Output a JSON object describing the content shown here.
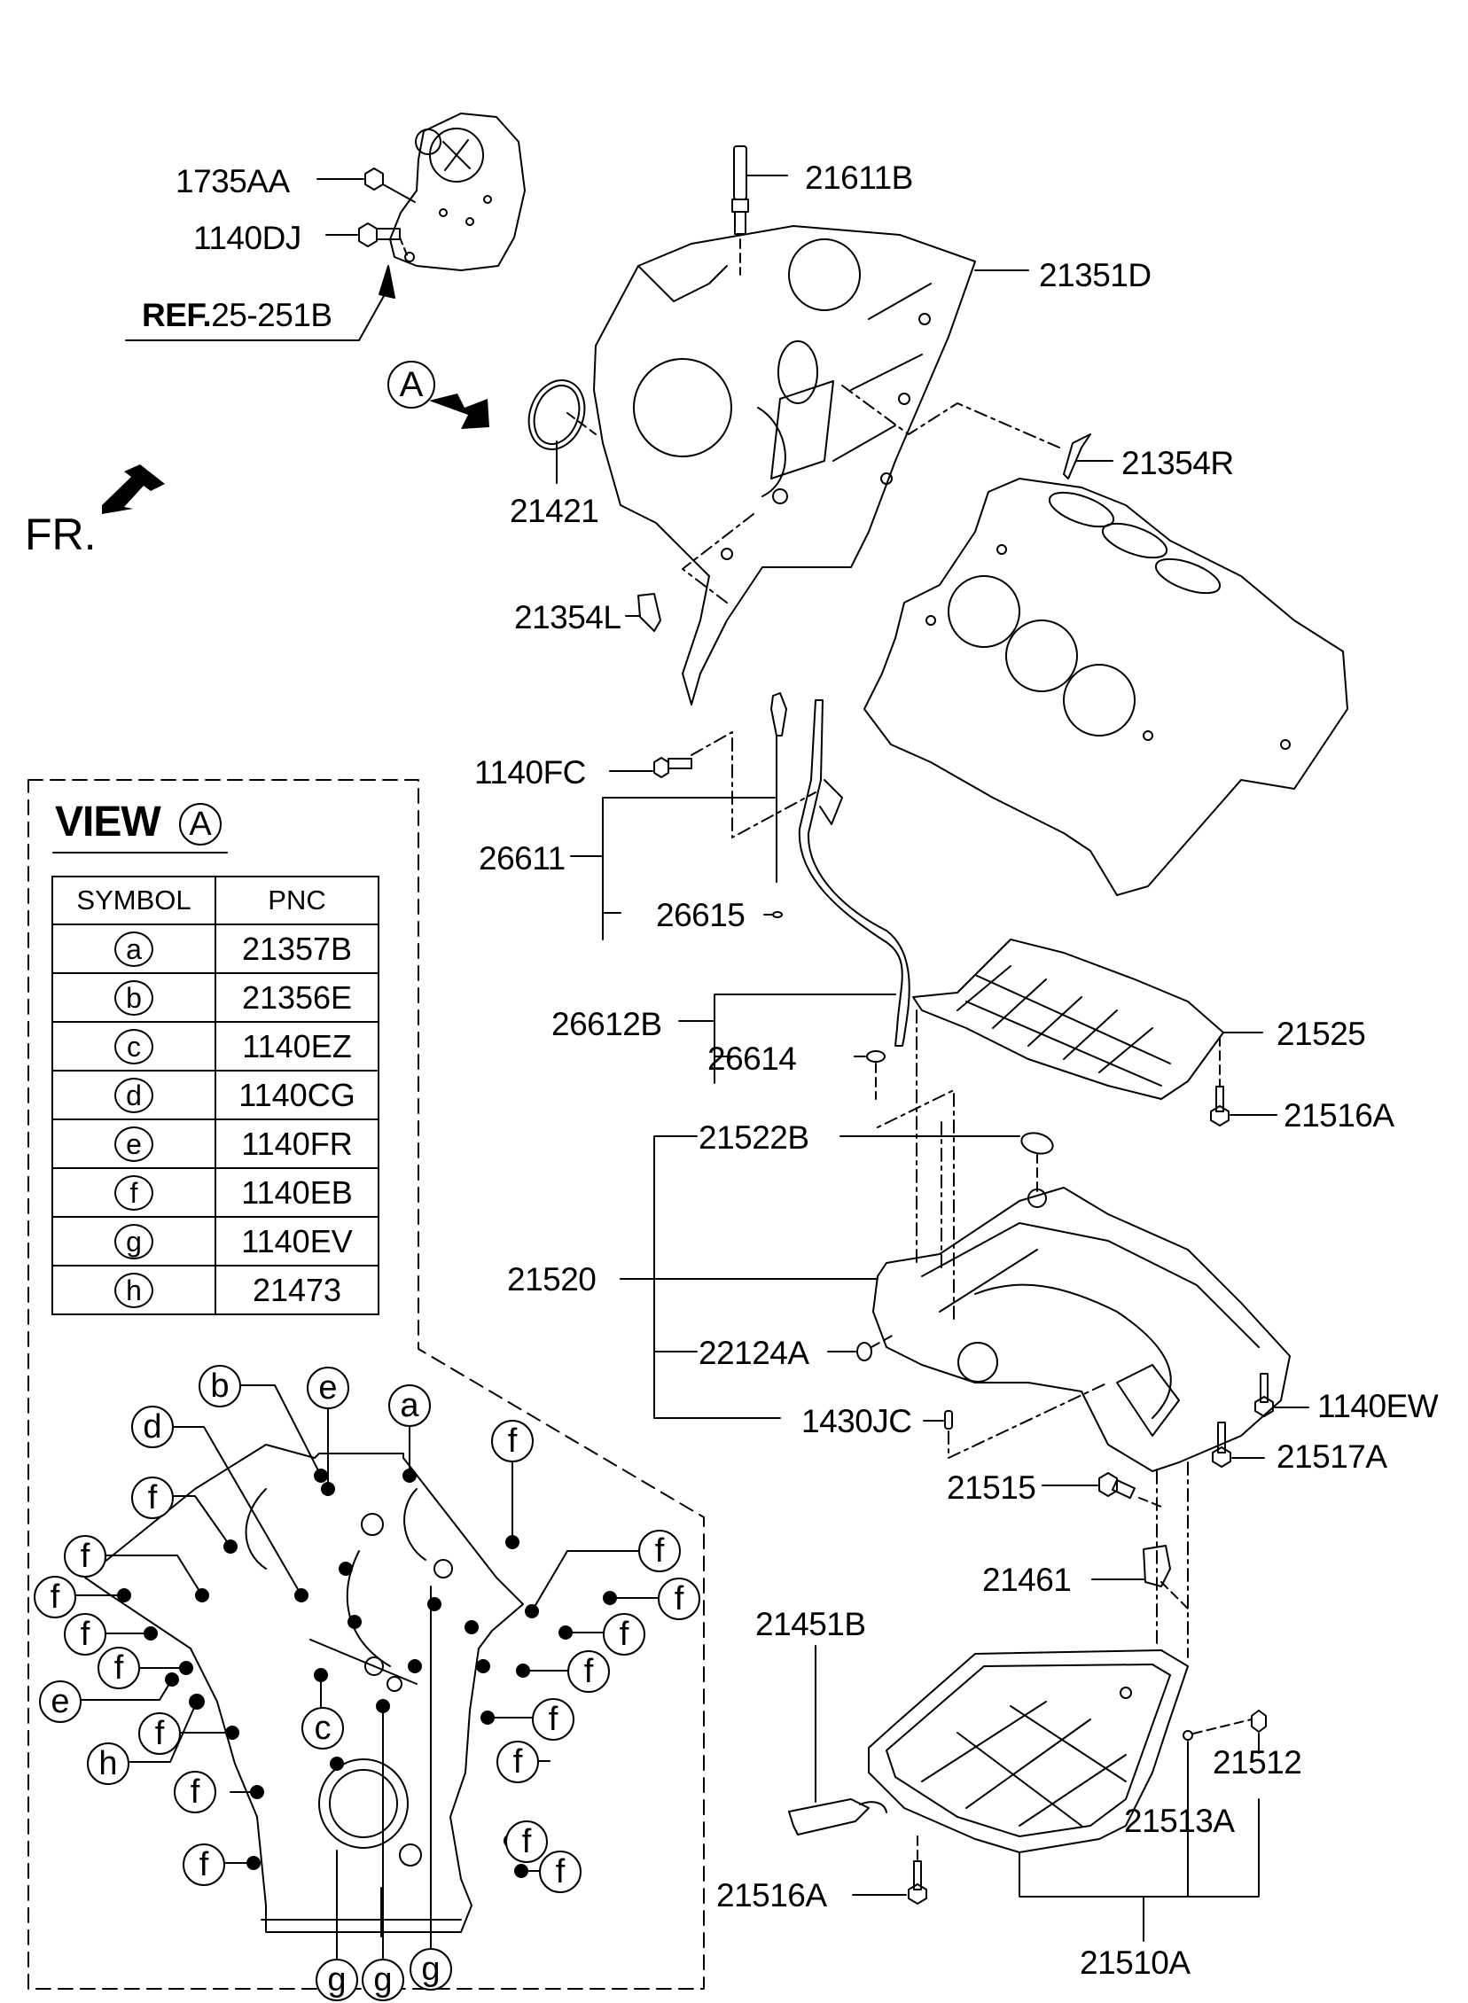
{
  "diagram": {
    "direction_marker": {
      "label": "FR.",
      "icon": "front-arrow-icon"
    },
    "view_marker": {
      "letter": "A",
      "icon": "view-direction-arrow-icon"
    },
    "reference": {
      "prefix": "REF.",
      "code": "25-251B"
    },
    "part_labels": {
      "p1735AA": "1735AA",
      "p1140DJ": "1140DJ",
      "p21611B": "21611B",
      "p21351D": "21351D",
      "p21421": "21421",
      "p21354R": "21354R",
      "p21354L": "21354L",
      "p1140FC": "1140FC",
      "p26611": "26611",
      "p26615": "26615",
      "p26612B": "26612B",
      "p26614": "26614",
      "p21525": "21525",
      "p21516A_top": "21516A",
      "p21522B": "21522B",
      "p21520": "21520",
      "p22124A": "22124A",
      "p1430JC": "1430JC",
      "p1140EW": "1140EW",
      "p21517A": "21517A",
      "p21515": "21515",
      "p21461": "21461",
      "p21451B": "21451B",
      "p21512": "21512",
      "p21513A": "21513A",
      "p21516A_bottom": "21516A",
      "p21510A": "21510A"
    }
  },
  "view_a": {
    "title": "VIEW",
    "letter": "A",
    "table": {
      "headers": [
        "SYMBOL",
        "PNC"
      ],
      "rows": [
        {
          "symbol": "a",
          "pnc": "21357B"
        },
        {
          "symbol": "b",
          "pnc": "21356E"
        },
        {
          "symbol": "c",
          "pnc": "1140EZ"
        },
        {
          "symbol": "d",
          "pnc": "1140CG"
        },
        {
          "symbol": "e",
          "pnc": "1140FR"
        },
        {
          "symbol": "f",
          "pnc": "1140EB"
        },
        {
          "symbol": "g",
          "pnc": "1140EV"
        },
        {
          "symbol": "h",
          "pnc": "21473"
        }
      ]
    },
    "callouts": {
      "a": "a",
      "b": "b",
      "c": "c",
      "d": "d",
      "e": "e",
      "f": "f",
      "g": "g",
      "h": "h"
    }
  }
}
